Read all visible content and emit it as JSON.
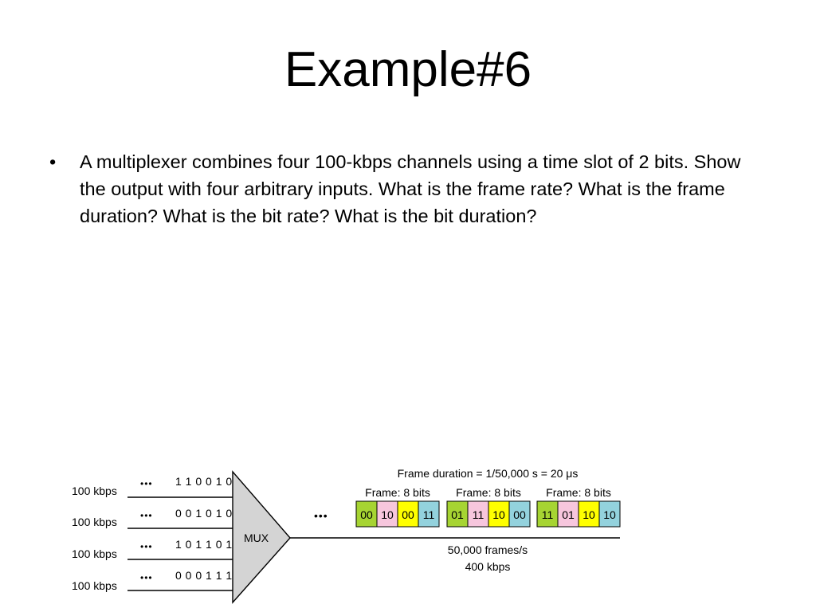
{
  "slide": {
    "title": "Example#6",
    "bullet": "•",
    "text": "A multiplexer combines four 100-kbps channels using a time slot of 2 bits. Show the output with four arbitrary inputs. What is the frame rate? What is the frame duration? What is the bit rate? What is the bit duration?"
  },
  "diagram": {
    "inputs": [
      {
        "rate": "100 kbps",
        "dots": "•••",
        "bits": "1 1 0 0 1 0"
      },
      {
        "rate": "100 kbps",
        "dots": "•••",
        "bits": "0 0 1 0 1 0"
      },
      {
        "rate": "100 kbps",
        "dots": "•••",
        "bits": "1 0 1 1 0 1"
      },
      {
        "rate": "100 kbps",
        "dots": "•••",
        "bits": "0 0 0 1 1 1"
      }
    ],
    "mux_label": "MUX",
    "output_dots": "•••",
    "frame_duration": "Frame duration = 1/50,000 s = 20 μs",
    "frames": [
      {
        "label": "Frame: 8 bits",
        "slots": [
          "00",
          "10",
          "00",
          "11"
        ]
      },
      {
        "label": "Frame: 8 bits",
        "slots": [
          "01",
          "11",
          "10",
          "00"
        ]
      },
      {
        "label": "Frame: 8 bits",
        "slots": [
          "11",
          "01",
          "10",
          "10"
        ]
      }
    ],
    "output_rate_frames": "50,000 frames/s",
    "output_rate_bits": "400 kbps",
    "colors": {
      "slot1": "#a6d432",
      "slot2": "#f7c6dd",
      "slot3": "#ffff00",
      "slot4": "#93d2dd",
      "mux_fill": "#d4d4d4"
    }
  }
}
